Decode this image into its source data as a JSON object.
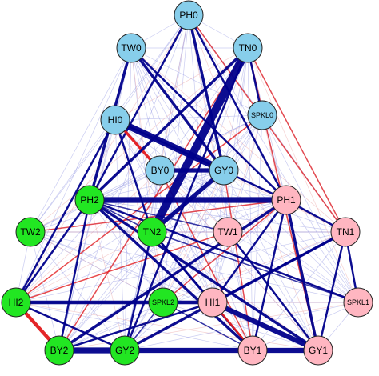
{
  "colors": {
    "blue_group": "#87ceeb",
    "green_group": "#22e622",
    "pink_group": "#ffb6c1",
    "edge_blue": "#00008b",
    "edge_red": "#e31a1c",
    "faint_blue": "#8a8ee0",
    "faint_red": "#e89a9a"
  },
  "nodes": [
    {
      "id": "PH0",
      "label": "PH0",
      "group": "blue_group"
    },
    {
      "id": "TW0",
      "label": "TW0",
      "group": "blue_group"
    },
    {
      "id": "TN0",
      "label": "TN0",
      "group": "blue_group"
    },
    {
      "id": "HI0",
      "label": "HI0",
      "group": "blue_group"
    },
    {
      "id": "SPKL0",
      "label": "SPKL0",
      "group": "blue_group"
    },
    {
      "id": "BY0",
      "label": "BY0",
      "group": "blue_group"
    },
    {
      "id": "GY0",
      "label": "GY0",
      "group": "blue_group"
    },
    {
      "id": "PH2",
      "label": "PH2",
      "group": "green_group"
    },
    {
      "id": "TW2",
      "label": "TW2",
      "group": "green_group"
    },
    {
      "id": "TN2",
      "label": "TN2",
      "group": "green_group"
    },
    {
      "id": "HI2",
      "label": "HI2",
      "group": "green_group"
    },
    {
      "id": "SPKL2",
      "label": "SPKL2",
      "group": "green_group"
    },
    {
      "id": "BY2",
      "label": "BY2",
      "group": "green_group"
    },
    {
      "id": "GY2",
      "label": "GY2",
      "group": "green_group"
    },
    {
      "id": "PH1",
      "label": "PH1",
      "group": "pink_group"
    },
    {
      "id": "TW1",
      "label": "TW1",
      "group": "pink_group"
    },
    {
      "id": "TN1",
      "label": "TN1",
      "group": "pink_group"
    },
    {
      "id": "HI1",
      "label": "HI1",
      "group": "pink_group"
    },
    {
      "id": "SPKL1",
      "label": "SPKL1",
      "group": "pink_group"
    },
    {
      "id": "BY1",
      "label": "BY1",
      "group": "pink_group"
    },
    {
      "id": "GY1",
      "label": "GY1",
      "group": "pink_group"
    }
  ],
  "edges": [
    {
      "source": "TN0",
      "target": "TN2",
      "sign": "positive",
      "weight": 10
    },
    {
      "source": "HI0",
      "target": "GY0",
      "sign": "positive",
      "weight": 8
    },
    {
      "source": "PH2",
      "target": "PH1",
      "sign": "positive",
      "weight": 7
    },
    {
      "source": "BY2",
      "target": "GY2",
      "sign": "positive",
      "weight": 7
    },
    {
      "source": "GY2",
      "target": "BY1",
      "sign": "positive",
      "weight": 6
    },
    {
      "source": "HI1",
      "target": "GY1",
      "sign": "positive",
      "weight": 6
    },
    {
      "source": "BY1",
      "target": "GY1",
      "sign": "positive",
      "weight": 6
    },
    {
      "source": "BY0",
      "target": "GY0",
      "sign": "positive",
      "weight": 5
    },
    {
      "source": "GY0",
      "target": "TN2",
      "sign": "positive",
      "weight": 5
    },
    {
      "source": "HI2",
      "target": "HI1",
      "sign": "positive",
      "weight": 4
    },
    {
      "source": "HI2",
      "target": "BY2",
      "sign": "negative",
      "weight": 4
    },
    {
      "source": "HI0",
      "target": "BY0",
      "sign": "negative",
      "weight": 3
    },
    {
      "source": "TW0",
      "target": "GY0",
      "sign": "positive",
      "weight": 3
    },
    {
      "source": "TW0",
      "target": "PH2",
      "sign": "positive",
      "weight": 3
    },
    {
      "source": "TN0",
      "target": "PH2",
      "sign": "positive",
      "weight": 3
    },
    {
      "source": "PH0",
      "target": "GY0",
      "sign": "positive",
      "weight": 3
    },
    {
      "source": "PH1",
      "target": "BY2",
      "sign": "positive",
      "weight": 3
    },
    {
      "source": "PH1",
      "target": "GY1",
      "sign": "positive",
      "weight": 3
    },
    {
      "source": "PH2",
      "target": "GY1",
      "sign": "positive",
      "weight": 3
    },
    {
      "source": "PH2",
      "target": "BY1",
      "sign": "positive",
      "weight": 3
    },
    {
      "source": "TN1",
      "target": "GY2",
      "sign": "positive",
      "weight": 3
    },
    {
      "source": "HI0",
      "target": "HI2",
      "sign": "positive",
      "weight": 2
    },
    {
      "source": "HI0",
      "target": "TN2",
      "sign": "positive",
      "weight": 2
    },
    {
      "source": "HI0",
      "target": "PH1",
      "sign": "positive",
      "weight": 2
    },
    {
      "source": "TW0",
      "target": "PH1",
      "sign": "positive",
      "weight": 2
    },
    {
      "source": "PH0",
      "target": "PH2",
      "sign": "positive",
      "weight": 2
    },
    {
      "source": "PH0",
      "target": "PH1",
      "sign": "positive",
      "weight": 2
    },
    {
      "source": "TN0",
      "target": "GY2",
      "sign": "positive",
      "weight": 2
    },
    {
      "source": "TN0",
      "target": "SPKL0",
      "sign": "positive",
      "weight": 2
    },
    {
      "source": "PH2",
      "target": "HI2",
      "sign": "positive",
      "weight": 2
    },
    {
      "source": "PH2",
      "target": "BY2",
      "sign": "positive",
      "weight": 2
    },
    {
      "source": "PH2",
      "target": "SPKL1",
      "sign": "positive",
      "weight": 2
    },
    {
      "source": "PH1",
      "target": "BY1",
      "sign": "positive",
      "weight": 2
    },
    {
      "source": "PH1",
      "target": "TN1",
      "sign": "positive",
      "weight": 2
    },
    {
      "source": "TN2",
      "target": "BY1",
      "sign": "positive",
      "weight": 2
    },
    {
      "source": "TN2",
      "target": "GY2",
      "sign": "positive",
      "weight": 2
    },
    {
      "source": "TN2",
      "target": "HI1",
      "sign": "positive",
      "weight": 2
    },
    {
      "source": "TW1",
      "target": "GY1",
      "sign": "positive",
      "weight": 2
    },
    {
      "source": "TN1",
      "target": "HI1",
      "sign": "positive",
      "weight": 2
    },
    {
      "source": "TN1",
      "target": "SPKL1",
      "sign": "positive",
      "weight": 2
    },
    {
      "source": "BY2",
      "target": "HI1",
      "sign": "positive",
      "weight": 2
    },
    {
      "source": "HI2",
      "target": "GY2",
      "sign": "positive",
      "weight": 2
    },
    {
      "source": "PH1",
      "target": "HI1",
      "sign": "positive",
      "weight": 2
    },
    {
      "source": "HI1",
      "target": "BY1",
      "sign": "negative",
      "weight": 2
    },
    {
      "source": "GY1",
      "target": "TN1",
      "sign": "positive",
      "weight": 2
    },
    {
      "source": "SPKL2",
      "target": "BY1",
      "sign": "positive",
      "weight": 1
    },
    {
      "source": "TN2",
      "target": "SPKL1",
      "sign": "positive",
      "weight": 1
    },
    {
      "source": "PH0",
      "target": "TN1",
      "sign": "negative",
      "weight": 1
    },
    {
      "source": "TN0",
      "target": "TN1",
      "sign": "negative",
      "weight": 1
    },
    {
      "source": "TN0",
      "target": "GY1",
      "sign": "negative",
      "weight": 1
    },
    {
      "source": "GY0",
      "target": "BY1",
      "sign": "negative",
      "weight": 1
    },
    {
      "source": "BY0",
      "target": "BY1",
      "sign": "negative",
      "weight": 1
    },
    {
      "source": "PH1",
      "target": "SPKL2",
      "sign": "negative",
      "weight": 1
    },
    {
      "source": "TW2",
      "target": "PH1",
      "sign": "negative",
      "weight": 1
    },
    {
      "source": "TW1",
      "target": "HI2",
      "sign": "negative",
      "weight": 1
    },
    {
      "source": "TN0",
      "target": "BY2",
      "sign": "negative",
      "weight": 1
    },
    {
      "source": "SPKL0",
      "target": "HI2",
      "sign": "negative",
      "weight": 1
    },
    {
      "source": "PH2",
      "target": "TN2",
      "sign": "positive",
      "weight": 1
    },
    {
      "source": "PH2",
      "target": "TW1",
      "sign": "positive",
      "weight": 1
    },
    {
      "source": "SPKL2",
      "target": "GY2",
      "sign": "positive",
      "weight": 1
    },
    {
      "source": "HI2",
      "target": "SPKL2",
      "sign": "positive",
      "weight": 1
    }
  ]
}
